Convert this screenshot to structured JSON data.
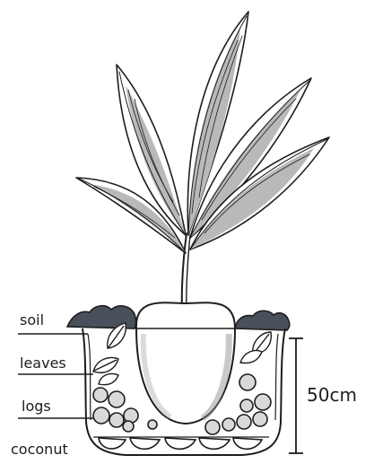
{
  "diagram": {
    "labels": {
      "soil": "soil",
      "leaves": "leaves",
      "logs": "logs",
      "coconut": "coconut",
      "depth": "50cm"
    },
    "colors": {
      "ink": "#1d1d1d",
      "soil_fill": "#48505c",
      "leaf_shade": "#b9b9b9",
      "log_shade": "#d9d9d9",
      "paper": "#ffffff"
    },
    "icons": [
      "palm-seedling",
      "coconut",
      "leaf",
      "log",
      "dimension-arrow"
    ]
  }
}
